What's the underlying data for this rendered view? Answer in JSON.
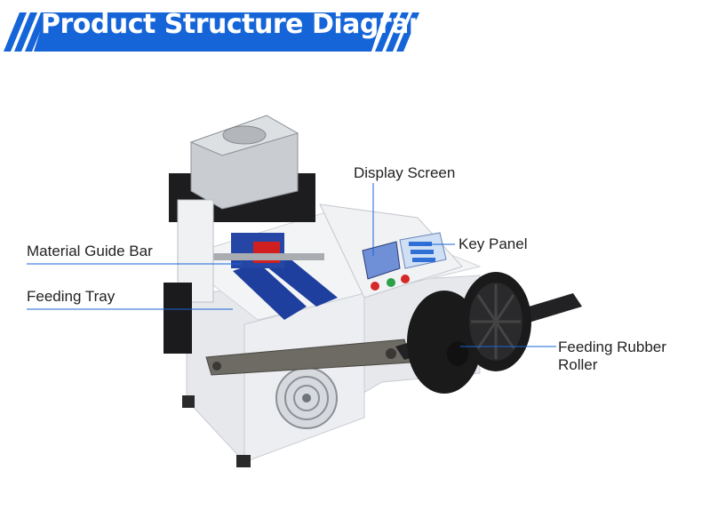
{
  "header": {
    "title": "Product Structure Diagram"
  },
  "labels": {
    "display_screen": "Display Screen",
    "key_panel": "Key Panel",
    "material_guide_bar": "Material Guide Bar",
    "feeding_tray": "Feeding Tray",
    "feeding_rubber_roller_line1": "Feeding Rubber",
    "feeding_rubber_roller_line2": "Roller"
  },
  "colors": {
    "banner_blue": "#1565d8",
    "leader_line": "#1565d8",
    "machine_body": "#eceef1",
    "guide_blue": "#1e3f9e",
    "roller_black": "#1a1a1a",
    "arm_grey": "#6e6a64",
    "feed_red": "#d11f1f"
  }
}
